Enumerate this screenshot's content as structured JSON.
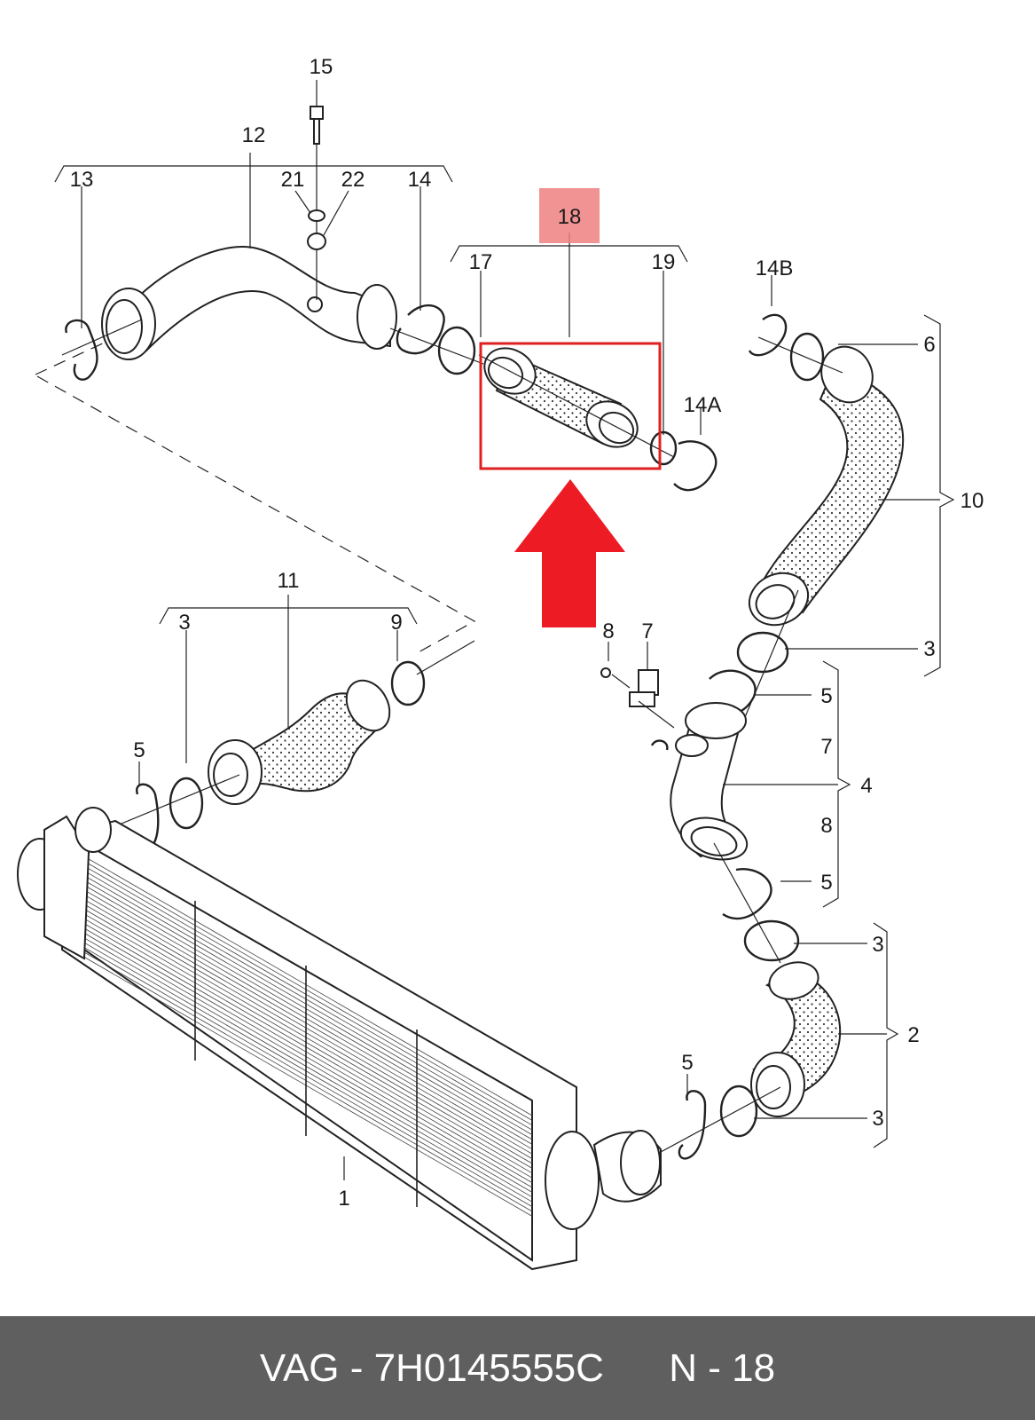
{
  "labels": {
    "l15": "15",
    "l12": "12",
    "l13": "13",
    "l21": "21",
    "l22": "22",
    "l14": "14",
    "l18": "18",
    "l17": "17",
    "l19": "19",
    "l14B": "14B",
    "l14A": "14A",
    "l6": "6",
    "l10": "10",
    "l11": "11",
    "l3a": "3",
    "l9": "9",
    "l3b": "3",
    "l8": "8",
    "l7": "7",
    "l5a": "5",
    "l5b": "5",
    "l7r": "7",
    "l4": "4",
    "l8r": "8",
    "l5c": "5",
    "l3c": "3",
    "l2": "2",
    "l5d": "5",
    "l3d": "3",
    "l1": "1"
  },
  "colors": {
    "highlight_box": "#e02020",
    "arrow": "#ed1c24",
    "label_badge": "#f08080",
    "footer_bg": "#5f5f5f"
  },
  "footer": {
    "part_info": "VAG - 7H0145555C",
    "position": "N - 18"
  }
}
